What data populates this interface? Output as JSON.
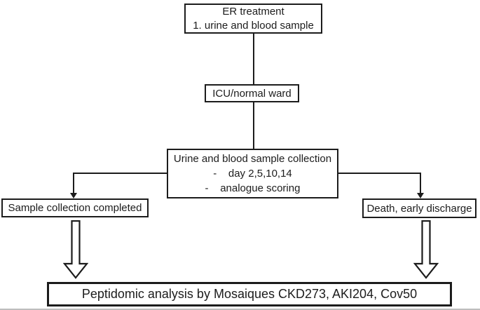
{
  "figure": {
    "background_color": "#ffffff",
    "line_color": "#1c1c1c",
    "box_fill_color": "#ffffff"
  },
  "icons": {
    "solid_down_arrowhead": "▼",
    "hollow_down_arrow": "⇩"
  },
  "nodes": {
    "er": {
      "line1": "ER treatment",
      "line2": "1. urine and blood sample"
    },
    "ward": {
      "label": "ICU/normal ward"
    },
    "collection": {
      "title": "Urine and blood sample collection",
      "bullet1": "-    day 2,5,10,14",
      "bullet2": "-    analogue scoring"
    },
    "completed": {
      "label": "Sample collection completed"
    },
    "death": {
      "label": "Death, early discharge"
    },
    "peptidomic": {
      "label": "Peptidomic analysis by Mosaiques CKD273, AKI204, Cov50"
    }
  }
}
